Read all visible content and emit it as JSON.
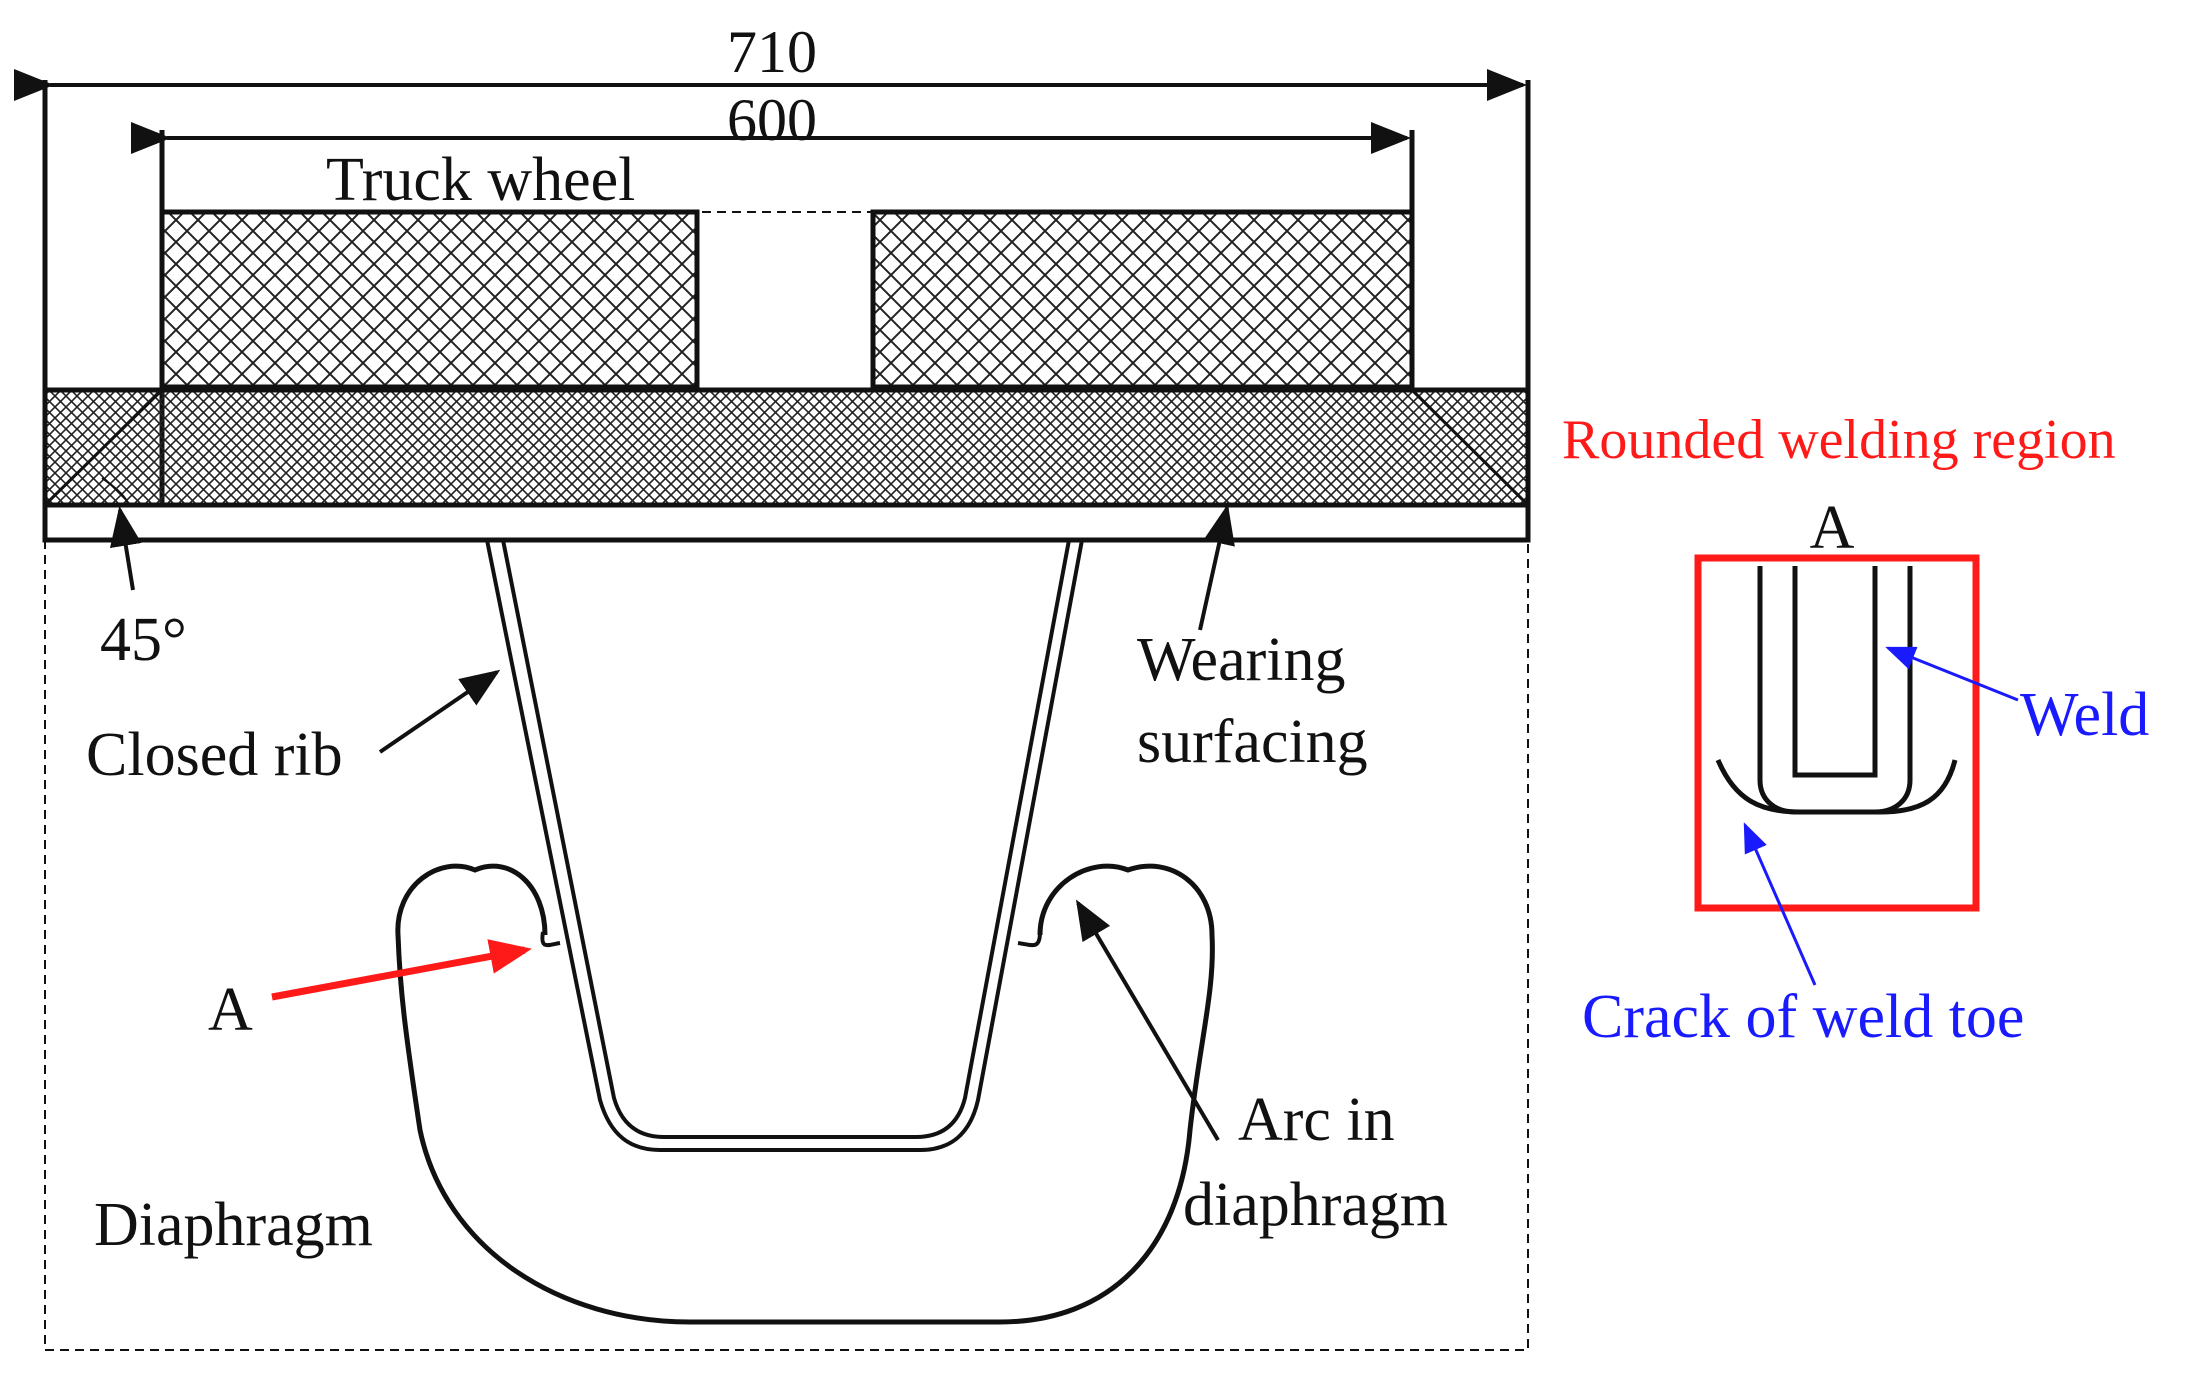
{
  "diagram": {
    "dimensions": {
      "overall": "710",
      "wheel": "600"
    },
    "labels": {
      "truck_wheel": "Truck wheel",
      "angle": "45°",
      "closed_rib": "Closed rib",
      "wearing_surfacing_line1": "Wearing",
      "wearing_surfacing_line2": "surfacing",
      "point_a": "A",
      "diaphragm": "Diaphragm",
      "arc_line1": "Arc in",
      "arc_line2": "diaphragm"
    },
    "detail": {
      "title": "Rounded welding region",
      "point_a": "A",
      "weld": "Weld",
      "crack": "Crack of weld toe"
    },
    "colors": {
      "line": "#111111",
      "highlight": "#ff1a1a",
      "annotation": "#1a1aff"
    }
  }
}
